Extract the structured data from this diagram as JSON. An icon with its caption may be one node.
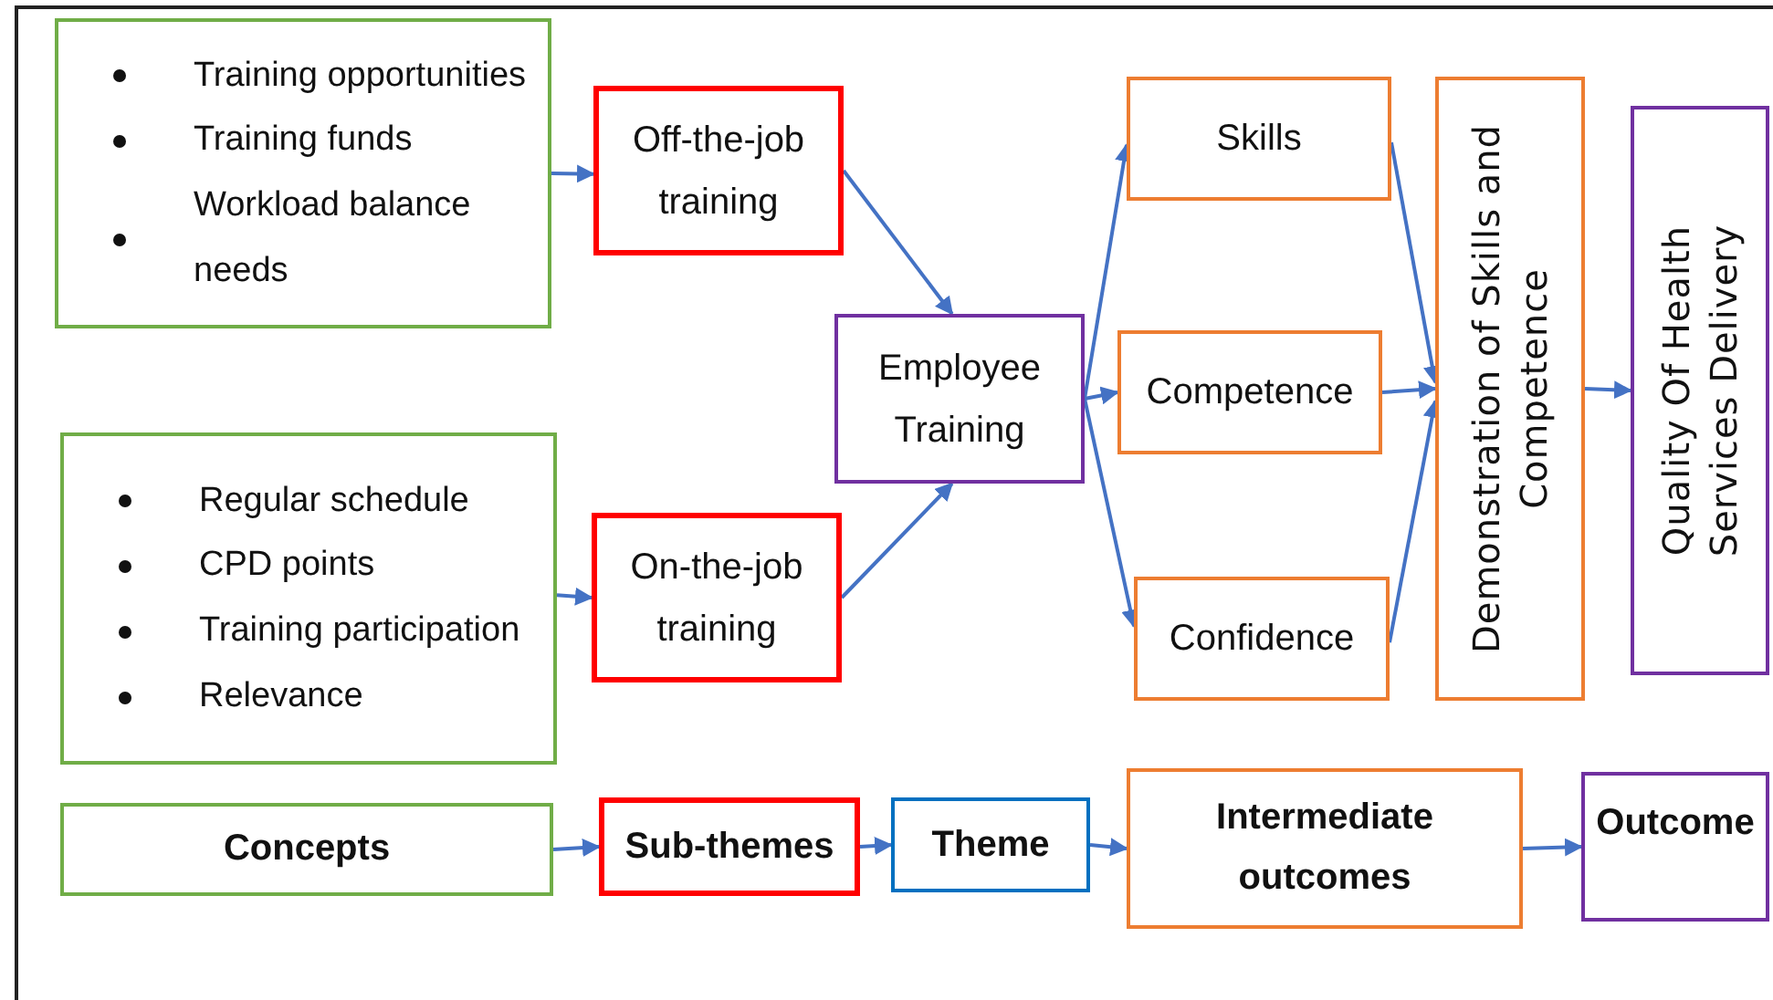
{
  "diagram": {
    "nodes": [
      {
        "text": [
          "Training opportunities",
          "Training funds",
          "Workload balance needs"
        ]
      },
      {
        "text": [
          "Off-the-job training"
        ]
      },
      {
        "text": [
          "Regular schedule",
          "CPD points",
          "Training participation",
          "Relevance"
        ]
      },
      {
        "text": [
          "On-the-job training"
        ]
      },
      {
        "text": [
          "Employee Training"
        ]
      },
      {
        "text": [
          "Skills"
        ]
      },
      {
        "text": [
          "Competence"
        ]
      },
      {
        "text": [
          "Confidence"
        ]
      },
      {
        "text": [
          "Demonstration of Skills and Competence"
        ]
      },
      {
        "text": [
          "Quality Of Health Services Delivery"
        ]
      },
      {
        "text": [
          "Concepts"
        ]
      },
      {
        "text": [
          "Sub-themes"
        ]
      },
      {
        "text": [
          "Theme"
        ]
      },
      {
        "text": [
          "Intermediate outcomes"
        ]
      },
      {
        "text": [
          "Outcome"
        ]
      }
    ],
    "edges": [
      {
        "from": 0,
        "to": 1,
        "arrow": "to"
      },
      {
        "from": 2,
        "to": 3,
        "arrow": "to"
      },
      {
        "from": 1,
        "to": 4,
        "arrow": "to"
      },
      {
        "from": 3,
        "to": 4,
        "arrow": "to"
      },
      {
        "from": 4,
        "to": 5,
        "arrow": "to"
      },
      {
        "from": 4,
        "to": 6,
        "arrow": "to"
      },
      {
        "from": 4,
        "to": 7,
        "arrow": "to"
      },
      {
        "from": 5,
        "to": 8,
        "arrow": "to"
      },
      {
        "from": 6,
        "to": 8,
        "arrow": "to"
      },
      {
        "from": 7,
        "to": 8,
        "arrow": "to"
      },
      {
        "from": 8,
        "to": 9,
        "arrow": "to"
      },
      {
        "from": 10,
        "to": 11,
        "arrow": "to"
      },
      {
        "from": 11,
        "to": 12,
        "arrow": "to"
      },
      {
        "from": 12,
        "to": 13,
        "arrow": "to"
      },
      {
        "from": 13,
        "to": 14,
        "arrow": "to"
      }
    ]
  }
}
